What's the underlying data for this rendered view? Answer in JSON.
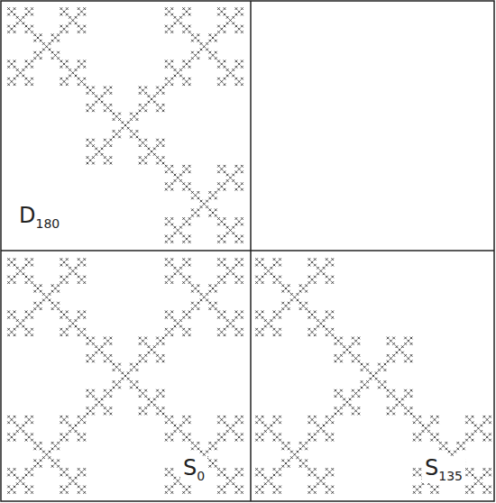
{
  "diagram": {
    "nodes": [
      {
        "text": [
          "D180"
        ]
      },
      {
        "text": [
          "S0"
        ]
      },
      {
        "text": [
          "S135"
        ]
      }
    ]
  }
}
